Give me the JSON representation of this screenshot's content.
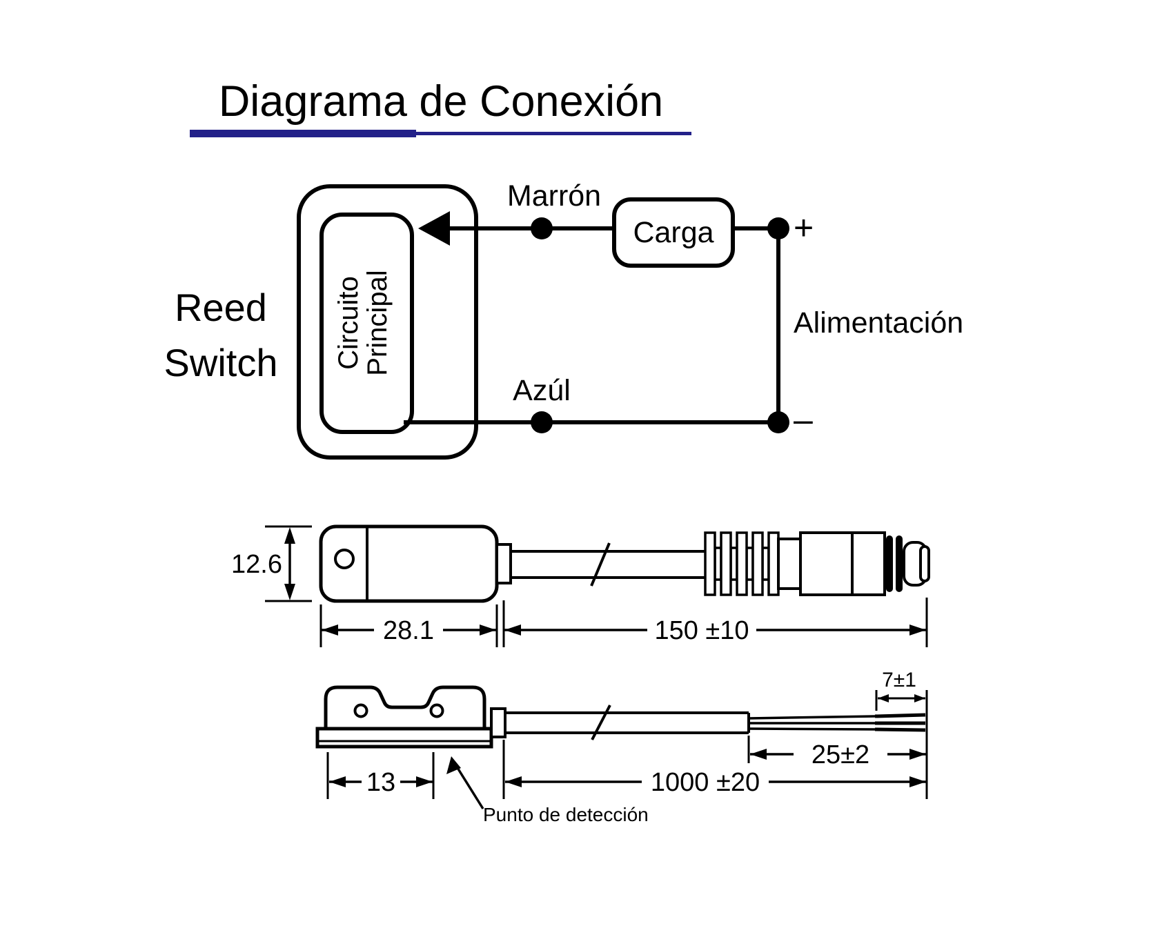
{
  "title": {
    "text": "Diagrama de Conexión"
  },
  "wiring": {
    "device_label_line1": "Reed",
    "device_label_line2": "Switch",
    "circuit_line1": "Circuito",
    "circuit_line2": "Principal",
    "top_wire_label": "Marrón",
    "bottom_wire_label": "Azúl",
    "load_label": "Carga",
    "supply_label": "Alimentación",
    "positive_symbol": "+",
    "negative_symbol": "–"
  },
  "dimensions": {
    "sensor_height": "12.6",
    "sensor_length": "28.1",
    "cable_length_connector": "150 ±10",
    "wire_tip": "7±1",
    "strip_length": "25±2",
    "magnet_length": "13",
    "cable_length_wires": "1000 ±20",
    "detection_point_label": "Punto de detección"
  },
  "colors": {
    "title": "#232189",
    "line": "#000000"
  }
}
